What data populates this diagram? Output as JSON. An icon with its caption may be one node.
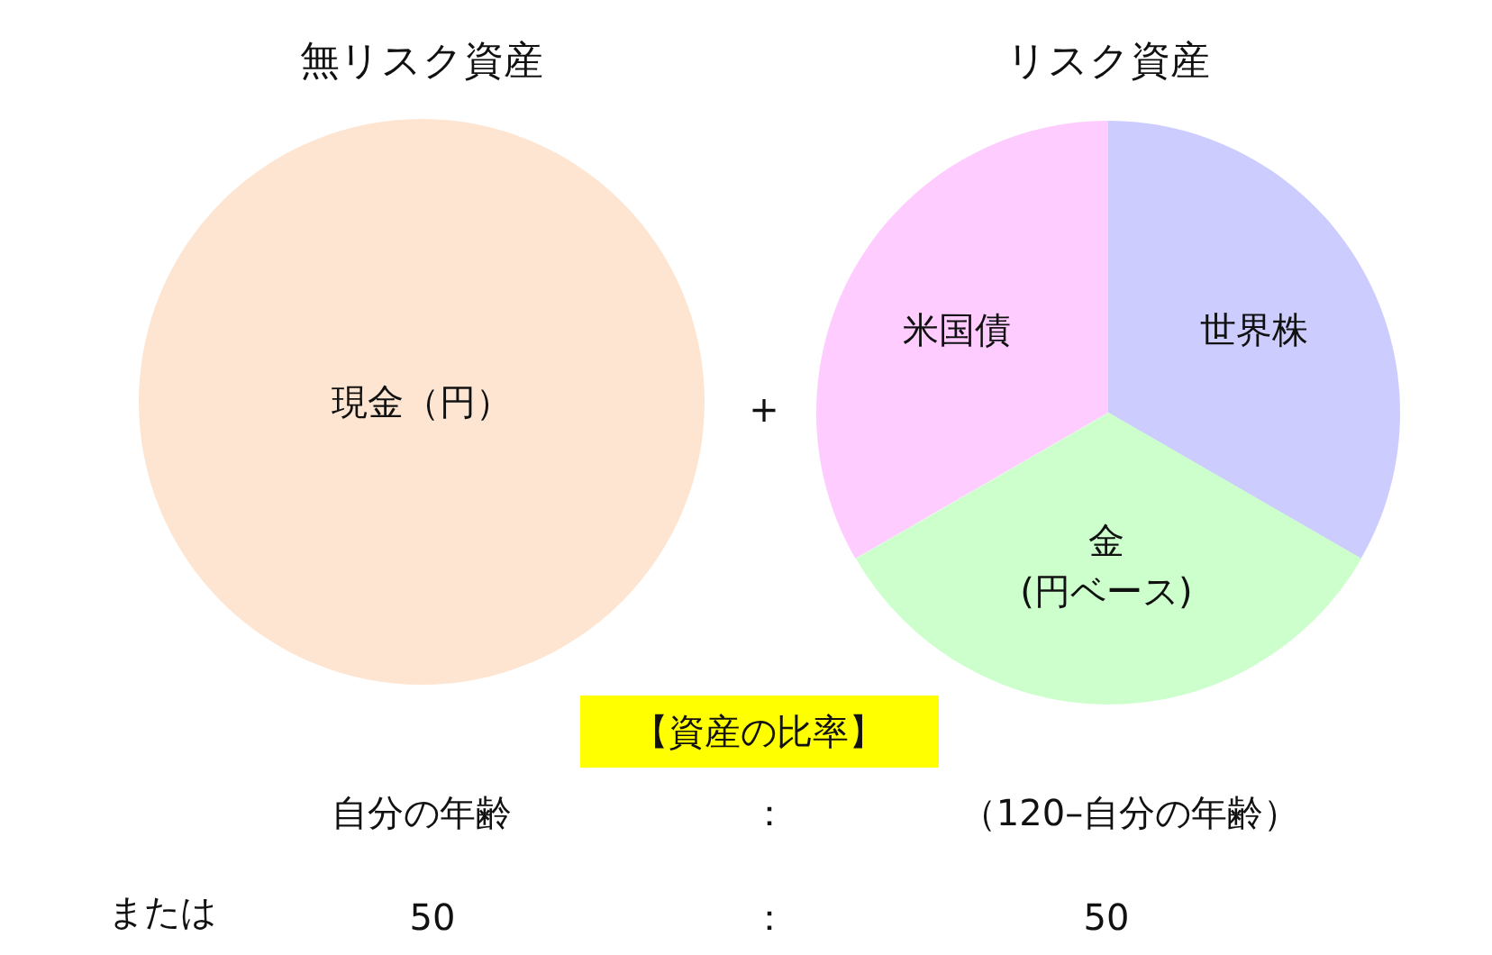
{
  "diagram": {
    "nodes": [
      {
        "text": [
          "無リスク資産",
          "現金（円）"
        ]
      },
      {
        "text": [
          "リスク資産"
        ]
      },
      {
        "text": [
          "米国債"
        ],
        "in": 1
      },
      {
        "text": [
          "世界株"
        ],
        "in": 1
      },
      {
        "text": [
          "金 (円ベース)"
        ],
        "in": 1
      }
    ],
    "labels": [
      "+",
      "【資産の比率】",
      "自分の年齢",
      "：",
      "（120–自分の年齢）",
      "または",
      "50",
      "：",
      "50"
    ]
  }
}
